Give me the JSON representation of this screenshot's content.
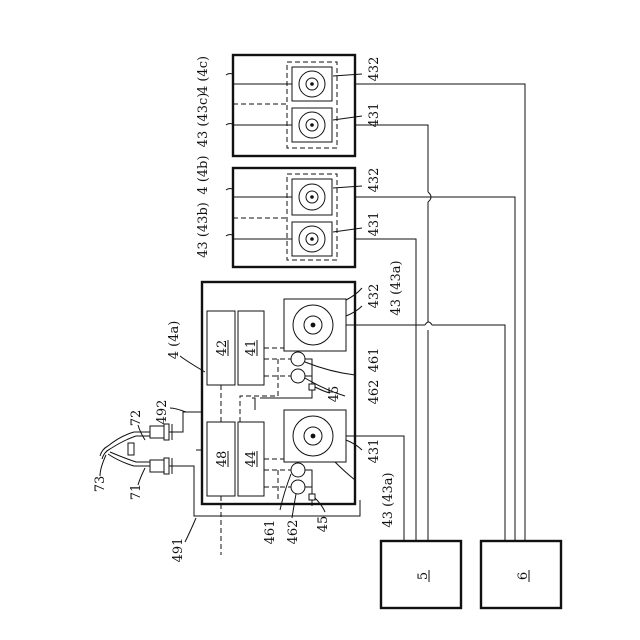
{
  "labels": {
    "unit_4c": "4 (4c)",
    "unit_4b": "4 (4b)",
    "unit_4a": "4 (4a)",
    "module_43c": "43 (43c)",
    "module_43b": "43 (43b)",
    "module_43a_top": "43 (43a)",
    "module_43a_bottom": "43 (43a)",
    "ref_432": "432",
    "ref_431": "431",
    "ref_461": "461",
    "ref_462": "462",
    "ref_45": "45",
    "ref_42": "42",
    "ref_41": "41",
    "ref_48": "48",
    "ref_44": "44",
    "ref_492": "492",
    "ref_491": "491",
    "ref_72": "72",
    "ref_71": "71",
    "ref_73": "73",
    "ref_5": "5",
    "ref_6": "6"
  }
}
